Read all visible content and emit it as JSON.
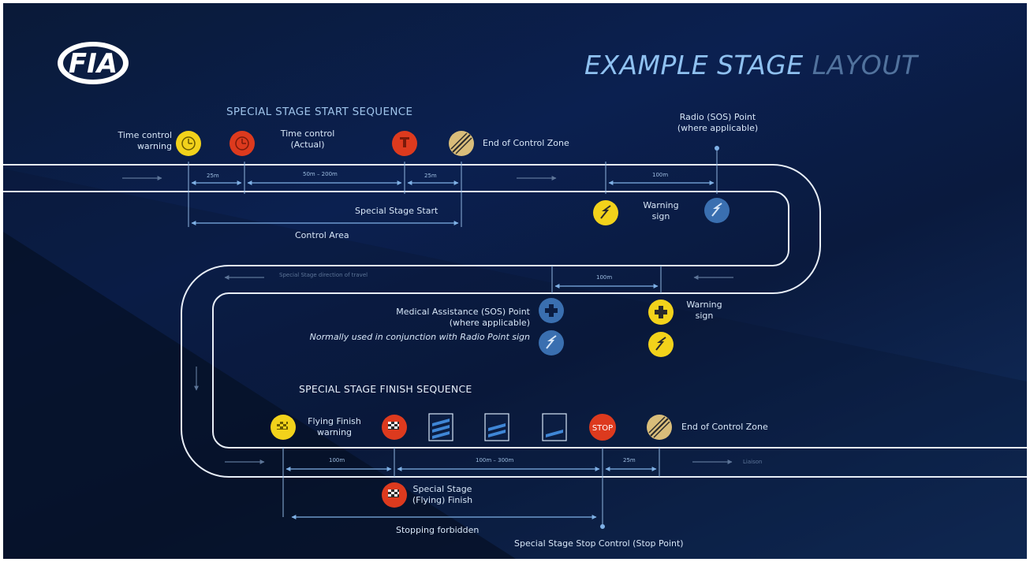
{
  "title": {
    "part1": "EXAMPLE STAGE",
    "part2": "LAYOUT"
  },
  "logo": {
    "text": "FIA"
  },
  "headings": {
    "start_sequence": "SPECIAL STAGE START SEQUENCE",
    "finish_sequence": "SPECIAL STAGE FINISH SEQUENCE"
  },
  "start_labels": {
    "time_control_warning_1": "Time control",
    "time_control_warning_2": "warning",
    "time_control_actual_1": "Time control",
    "time_control_actual_2": "(Actual)",
    "end_control_zone": "End of Control Zone",
    "special_stage_start": "Special Stage Start",
    "control_area": "Control Area"
  },
  "radio_point": {
    "line1": "Radio (SOS) Point",
    "line2": "(where applicable)"
  },
  "warning_sign_top": {
    "line1": "Warning",
    "line2": "sign"
  },
  "warning_sign_mid": {
    "line1": "Warning",
    "line2": "sign"
  },
  "medical": {
    "line1": "Medical Assistance (SOS) Point",
    "line2": "(where applicable)",
    "line3": "Normally used in conjunction with Radio Point sign"
  },
  "direction_of_travel": "Special Stage direction of travel",
  "finish_labels": {
    "flying_finish_warning_1": "Flying Finish",
    "flying_finish_warning_2": "warning",
    "end_control_zone": "End of Control Zone",
    "flying_finish_1": "Special Stage",
    "flying_finish_2": "(Flying) Finish",
    "stopping_forbidden": "Stopping forbidden",
    "stop_control": "Special Stage Stop Control (Stop Point)",
    "liaison": "Liaison",
    "stop_sign": "STOP"
  },
  "distances": {
    "d25_start": "25m",
    "d50_200": "50m – 200m",
    "d25_b": "25m",
    "d100_radio": "100m",
    "d100_medical": "100m",
    "d100_finish": "100m",
    "d100_300": "100m – 300m",
    "d25_stop": "25m"
  },
  "colors": {
    "yellow": "#f2d21b",
    "red": "#dd3a1e",
    "blue": "#3a6fb0",
    "road": "#e8eef7",
    "arrow": "#7fb1e6",
    "heading": "#9ec3ea"
  }
}
